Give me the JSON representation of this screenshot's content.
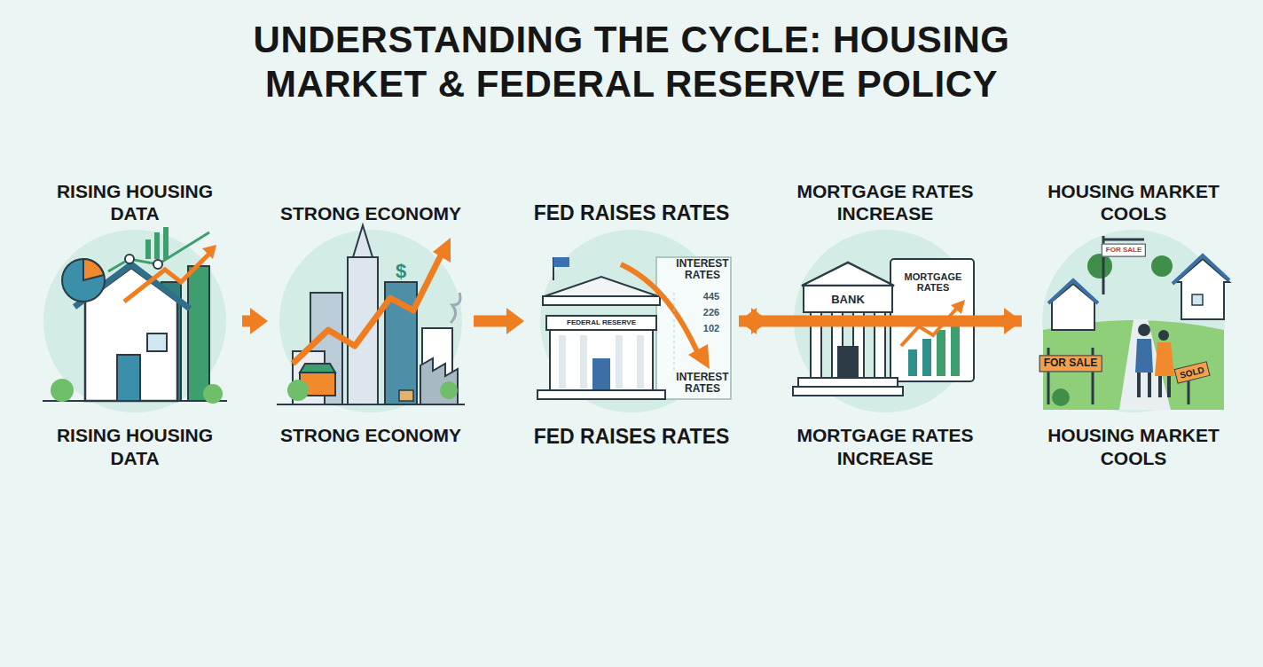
{
  "diagram": {
    "title": "UNDERSTANDING THE CYCLE: HOUSING MARKET & FEDERAL RESERVE POLICY",
    "nodes": [
      {
        "text": [
          "RISING HOUSING DATA",
          "RISING HOUSING DATA"
        ]
      },
      {
        "text": [
          "STRONG ECONOMY",
          "STRONG ECONOMY"
        ]
      },
      {
        "text": [
          "FED RAISES RATES",
          "FED RAISES RATES"
        ]
      },
      {
        "text": [
          "MORTGAGE RATES INCREASE",
          "MORTGAGE RATES INCREASE"
        ]
      },
      {
        "text": [
          "HOUSING MARKET COOLS",
          "HOUSING MARKET COOLS"
        ]
      }
    ],
    "edges": [
      {
        "from": 0,
        "to": 1,
        "arrow": "to"
      },
      {
        "from": 1,
        "to": 2,
        "arrow": "to"
      },
      {
        "from": 2,
        "to": 3,
        "arrow": "to"
      },
      {
        "from": 3,
        "to": 4,
        "arrow": "to"
      },
      {
        "from": 4,
        "to": 2,
        "arrow": "to"
      }
    ],
    "labels": [
      "$",
      "INTEREST RATES",
      "445",
      "226",
      "102",
      "INTEREST RATES",
      "FEDERAL RESERVE",
      "BANK",
      "MORTGAGE RATES",
      "FOR SALE",
      "FOR SALE",
      "SOLD"
    ]
  }
}
